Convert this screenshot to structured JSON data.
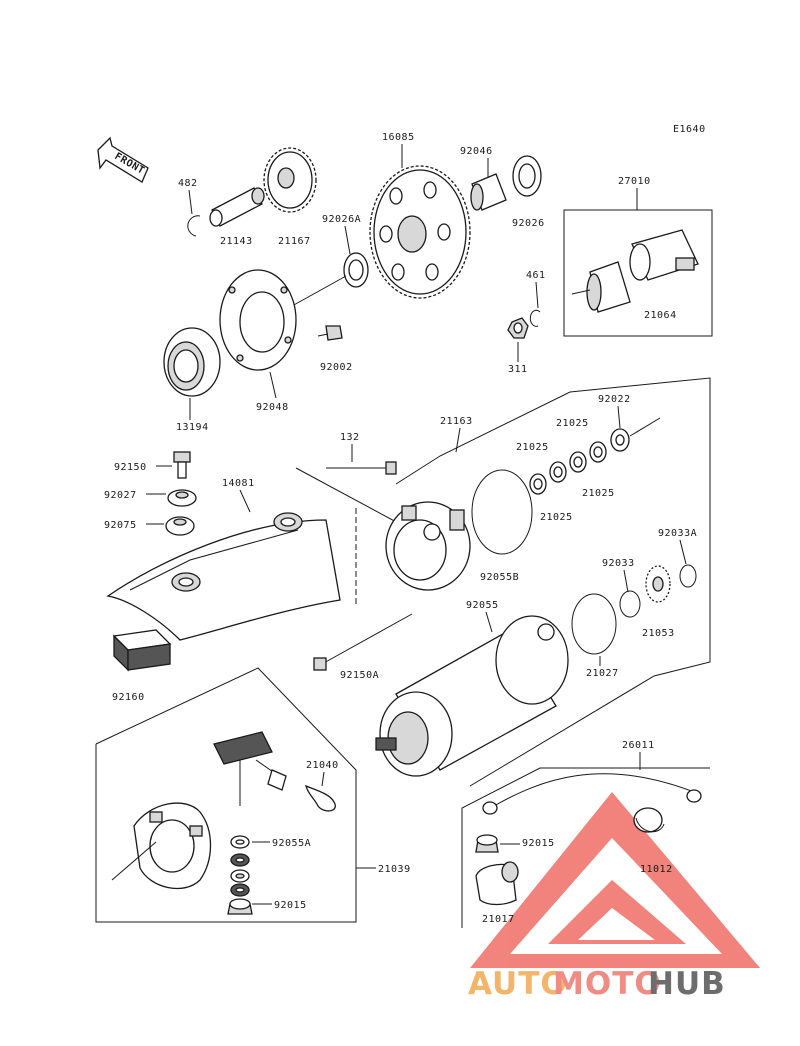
{
  "diagram_code": "E1640",
  "front_label": "FRONT",
  "watermark": {
    "text_a": "AUTO",
    "text_b": "MOTO",
    "text_c": "HUB",
    "color_a": "#f3b56a",
    "color_b": "#f08c84",
    "color_c": "#6d6d6d",
    "logo_color": "#ef6e66"
  },
  "part_numbers": {
    "p482": "482",
    "p21143": "21143",
    "p21167": "21167",
    "p16085": "16085",
    "p92046": "92046",
    "p92026": "92026",
    "p92026A": "92026A",
    "p27010": "27010",
    "p461": "461",
    "p311": "311",
    "p21064": "21064",
    "p92002": "92002",
    "p92048": "92048",
    "p13194": "13194",
    "p132": "132",
    "p21163": "21163",
    "p21025a": "21025",
    "p21025b": "21025",
    "p21025c": "21025",
    "p21025d": "21025",
    "p92022": "92022",
    "p92150": "92150",
    "p92027": "92027",
    "p92075": "92075",
    "p14081": "14081",
    "p92055B": "92055B",
    "p92033A": "92033A",
    "p92033": "92033",
    "p21053": "21053",
    "p92055": "92055",
    "p21027": "21027",
    "p92150A": "92150A",
    "p92160": "92160",
    "p21040": "21040",
    "p92055A": "92055A",
    "p21039": "21039",
    "p92015a": "92015",
    "p92015b": "92015",
    "p26011": "26011",
    "p11012": "11012",
    "p21017": "21017"
  }
}
